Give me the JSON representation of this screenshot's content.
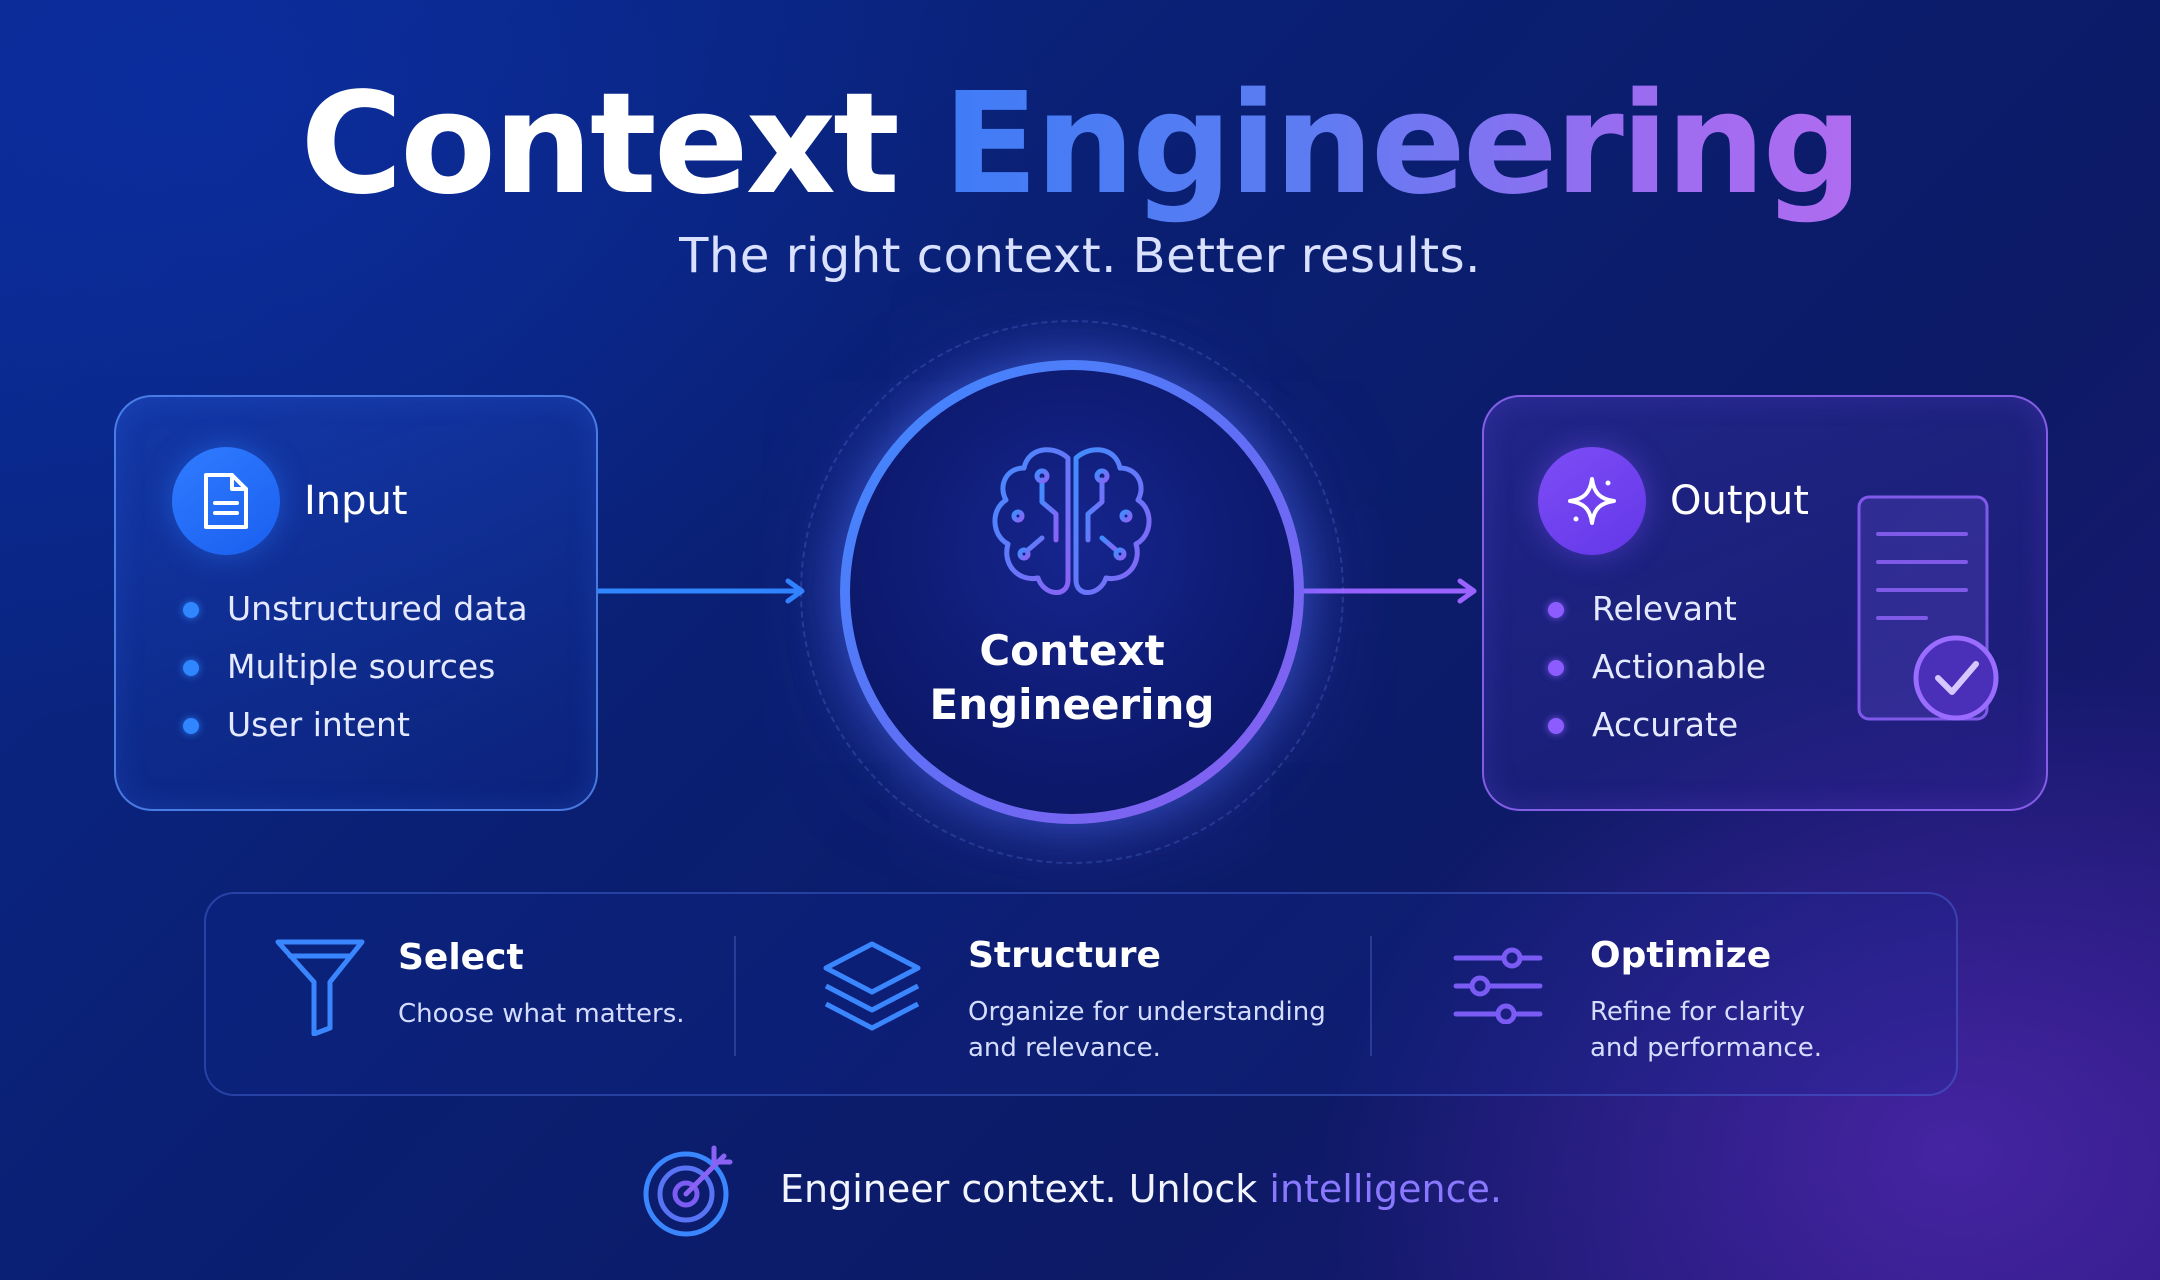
{
  "header": {
    "title_part1": "Context",
    "title_part2": "Engineering",
    "subtitle": "The right context. Better results."
  },
  "input": {
    "title": "Input",
    "icon": "document-icon",
    "items": [
      "Unstructured data",
      "Multiple sources",
      "User intent"
    ]
  },
  "center": {
    "label": "Context\nEngineering",
    "icon": "brain-circuit-icon"
  },
  "output": {
    "title": "Output",
    "icon": "sparkle-icon",
    "items": [
      "Relevant",
      "Actionable",
      "Accurate"
    ],
    "illustration": "checked-document-icon"
  },
  "steps": [
    {
      "title": "Select",
      "description": "Choose what matters.",
      "icon": "funnel-icon"
    },
    {
      "title": "Structure",
      "description": "Organize for understanding\nand relevance.",
      "icon": "layers-icon"
    },
    {
      "title": "Optimize",
      "description": "Refine for clarity\nand performance.",
      "icon": "sliders-icon"
    }
  ],
  "footer": {
    "text_main": "Engineer context. Unlock ",
    "text_highlight": "intelligence.",
    "icon": "target-arrow-icon"
  },
  "colors": {
    "blue_accent": "#2f7cff",
    "purple_accent": "#7d4df6",
    "highlight": "#8a78ff"
  }
}
